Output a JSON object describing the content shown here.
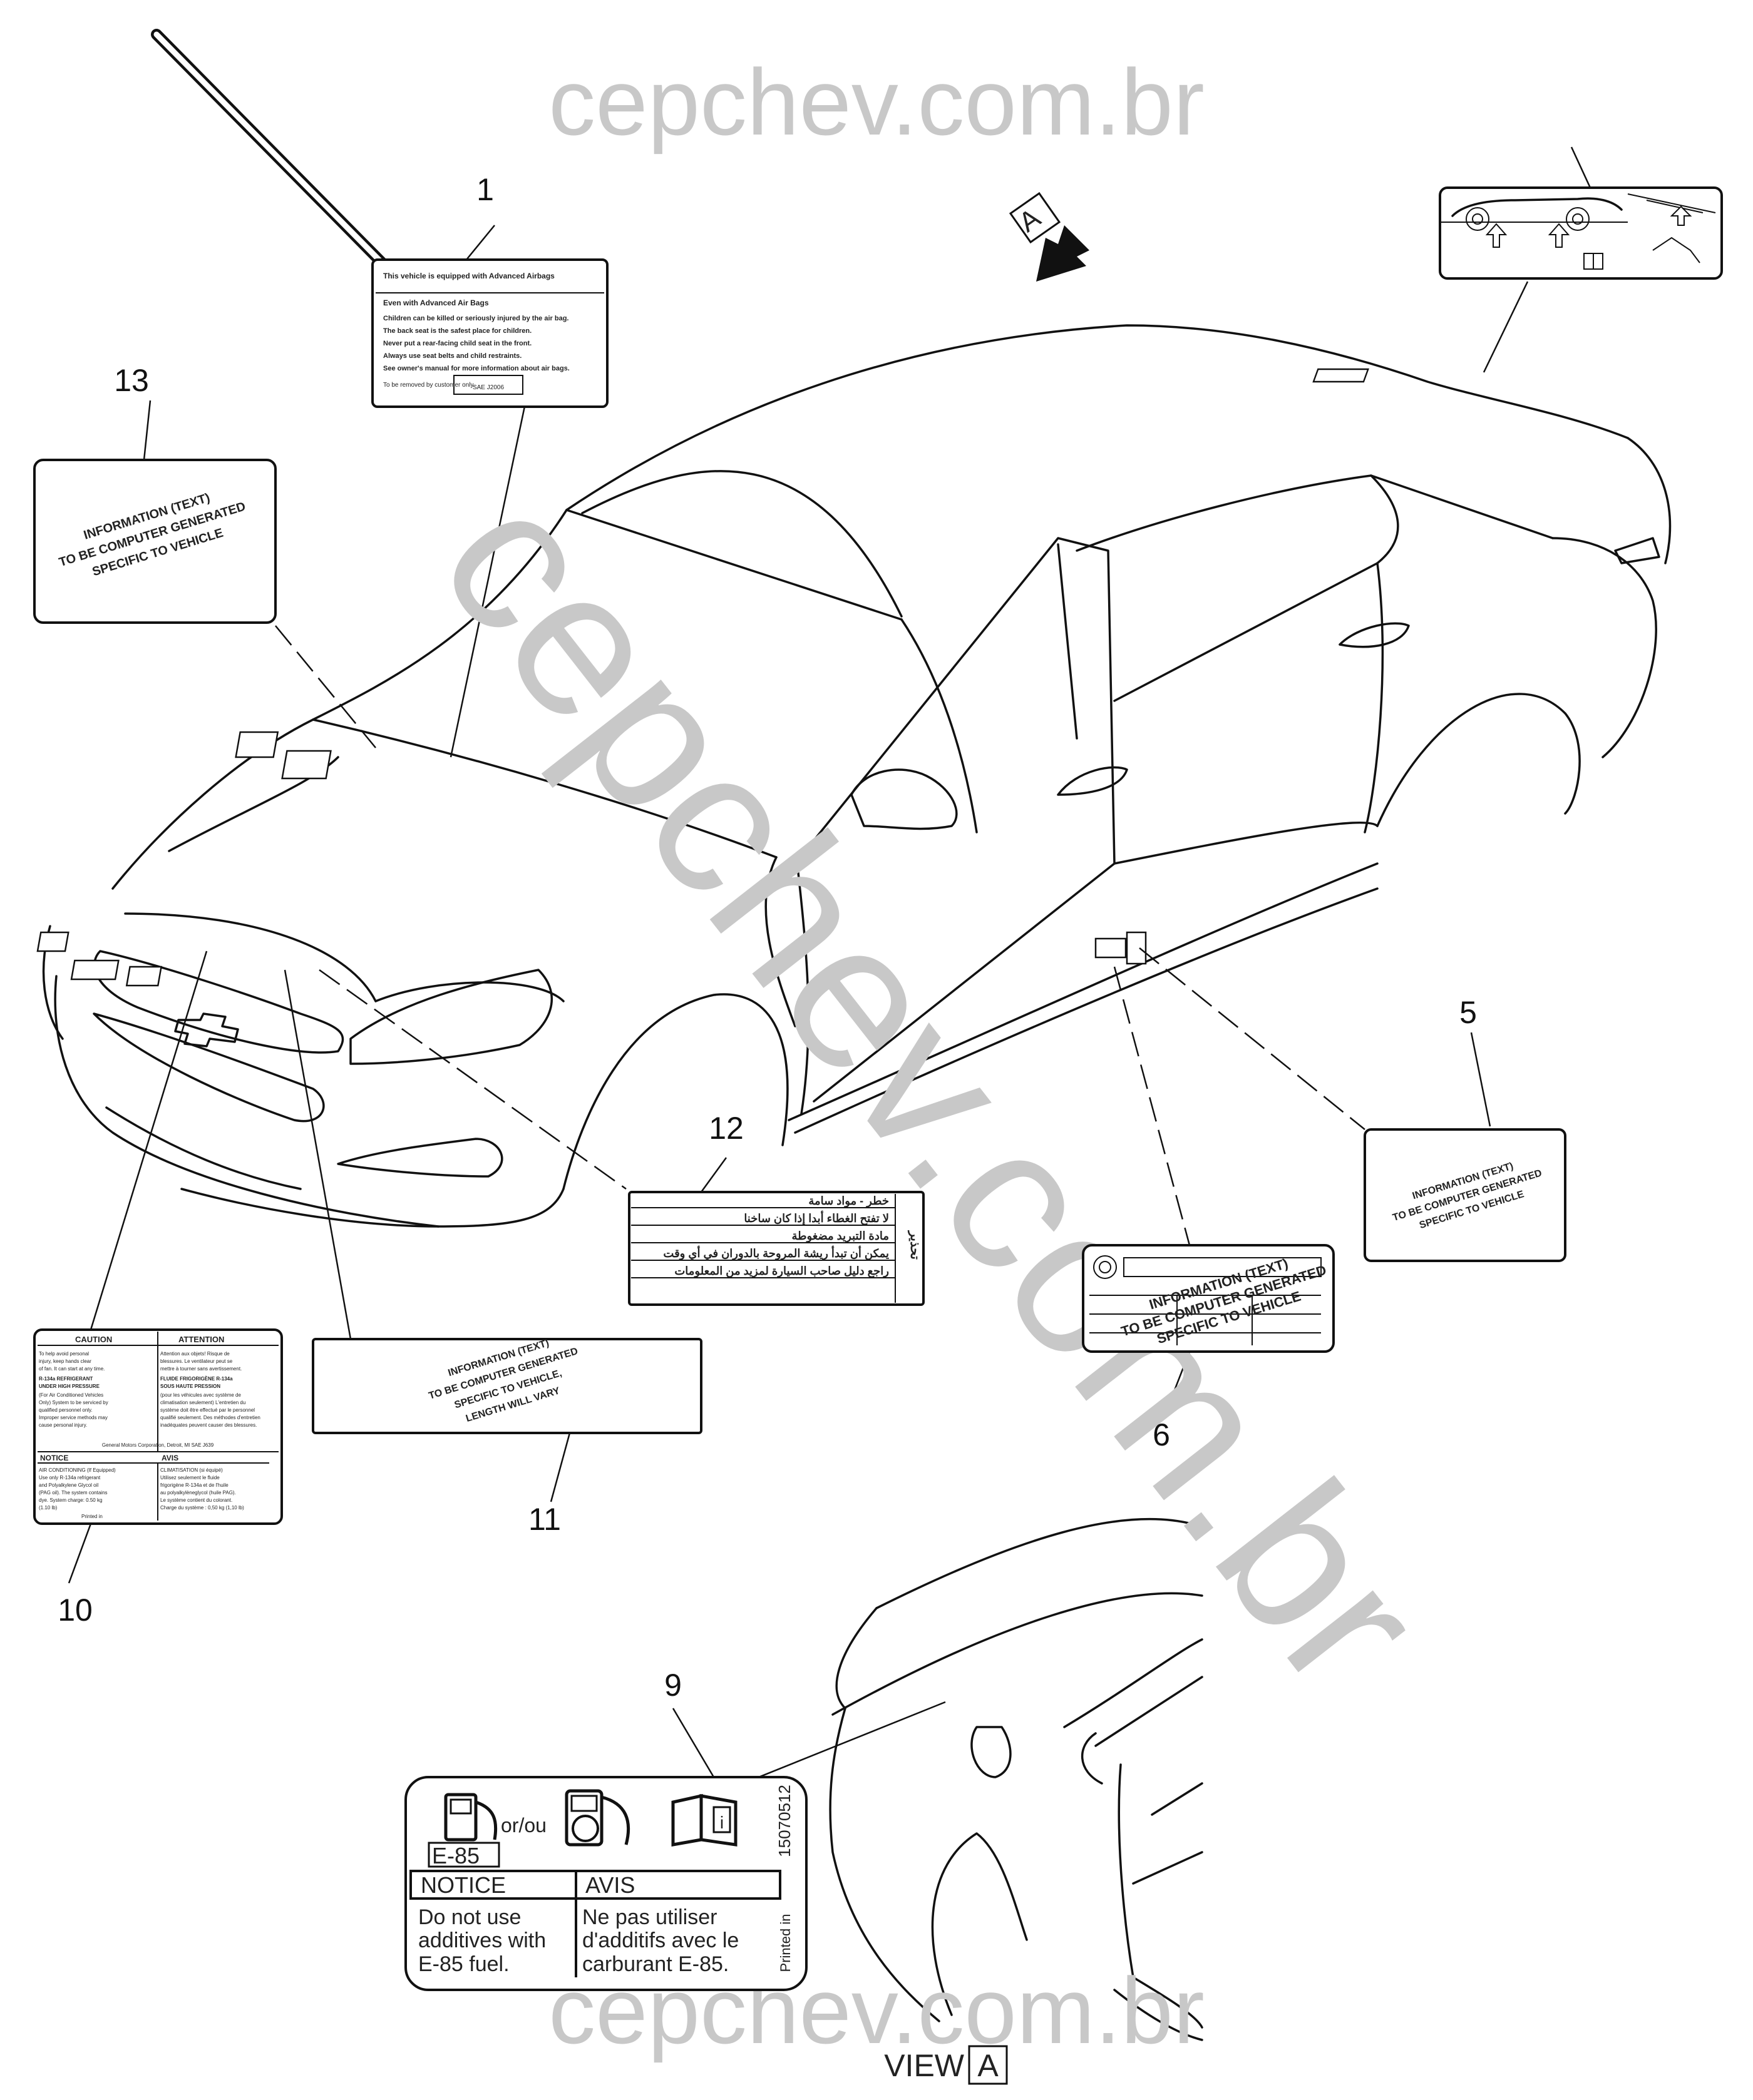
{
  "watermark": {
    "top": "cepchev.com.br",
    "bottom": "cepchev.com.br",
    "diagonal": "cepchev.com.br"
  },
  "view_arrow_letter": "A",
  "view_caption": {
    "word": "VIEW",
    "letter": "A"
  },
  "callouts": {
    "c1": "1",
    "c5": "5",
    "c6": "6",
    "c9": "9",
    "c10": "10",
    "c11": "11",
    "c12": "12",
    "c13": "13"
  },
  "label1": {
    "title": "This vehicle is equipped with Advanced Airbags",
    "subtitle": "Even with Advanced Air Bags",
    "bullets": [
      "Children can be killed or seriously injured by the air bag.",
      "The back seat is the safest place for children.",
      "Never put a rear-facing child seat in the front.",
      "Always use seat belts and child restraints.",
      "See owner's manual for more information about air bags."
    ],
    "footer": "To be removed by customer only.",
    "code": "SAE J2006"
  },
  "label13": {
    "lines": [
      "INFORMATION (TEXT)",
      "TO BE COMPUTER GENERATED",
      "SPECIFIC TO VEHICLE"
    ]
  },
  "label5": {
    "lines": [
      "INFORMATION (TEXT)",
      "TO BE COMPUTER GENERATED",
      "SPECIFIC TO VEHICLE"
    ]
  },
  "label6": {
    "lines": [
      "INFORMATION (TEXT)",
      "TO BE COMPUTER GENERATED",
      "SPECIFIC TO VEHICLE"
    ]
  },
  "label11": {
    "lines": [
      "INFORMATION (TEXT)",
      "TO BE COMPUTER GENERATED",
      "SPECIFIC TO VEHICLE,",
      "LENGTH WILL VARY"
    ]
  },
  "label12": {
    "lines": [
      "خطر - مواد سامة",
      "لا تفتح الغطاء أبدا إذا كان ساخنا",
      "مادة التبريد مضغوطة",
      "يمكن أن تبدأ ريشة المروحة بالدوران في أي وقت",
      "راجع دليل صاحب السيارة لمزيد من المعلومات"
    ],
    "side": "تحذير"
  },
  "label10": {
    "caution": "CAUTION",
    "attention": "ATTENTION",
    "notice": "NOTICE",
    "avis": "AVIS",
    "left_lines": [
      "To help avoid personal",
      "injury, keep hands clear",
      "of fan. It can start at any time.",
      "R-134a REFRIGERANT",
      "UNDER HIGH PRESSURE",
      "(For Air Conditioned Vehicles",
      "Only) System to be serviced by",
      "qualified personnel only.",
      "Improper service methods may",
      "cause personal injury."
    ],
    "right_lines": [
      "Attention aux objets! Risque de",
      "blessures. Le ventilateur peut se",
      "mettre à tourner sans avertissement.",
      "FLUIDE FRIGORIGÈNE R-134a",
      "SOUS HAUTE PRESSION",
      "(pour les véhicules avec système de",
      "climatisation seulement) L'entretien du",
      "système doit être effectué par le personnel",
      "qualifié seulement. Des méthodes d'entretien",
      "inadéquates peuvent causer des blessures."
    ],
    "maker": "General Motors Corporation, Detroit, MI  SAE J639",
    "notice_lines": [
      "AIR CONDITIONING (If Equipped)",
      "Use only R-134a refrigerant",
      "and Polyalkylene Glycol oil",
      "(PAG oil). The system contains",
      "dye. System charge: 0.50 kg",
      "(1.10 lb)"
    ],
    "avis_lines": [
      "CLIMATISATION (si équipé)",
      "Utilisez seulement le fluide",
      "frigorigène R-134a et de l'huile",
      "au polyalkylèneglycol (huile PAG).",
      "Le système contient du colorant.",
      "Charge du système : 0,50 kg (1,10 lb)"
    ],
    "printed": "Printed in"
  },
  "label9": {
    "e85": "E-85",
    "or": "or/ou",
    "part_number": "15070512",
    "notice": "NOTICE",
    "avis": "AVIS",
    "english": [
      "Do not use",
      "additives with",
      "E-85 fuel."
    ],
    "french": [
      "Ne pas utiliser",
      "d'additifs avec le",
      "carburant E-85."
    ],
    "printed": "Printed in"
  },
  "colors": {
    "line": "#111111",
    "watermark": "#c8c8c8",
    "background": "#ffffff"
  }
}
